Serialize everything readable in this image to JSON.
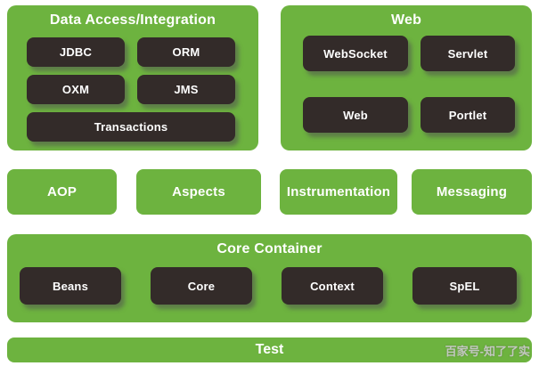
{
  "colors": {
    "spring_green": "#6db33f",
    "module_dark": "#332b29",
    "text": "#ffffff"
  },
  "data_access": {
    "title": "Data Access/Integration",
    "items": [
      "JDBC",
      "ORM",
      "OXM",
      "JMS",
      "Transactions"
    ]
  },
  "web": {
    "title": "Web",
    "items": [
      "WebSocket",
      "Servlet",
      "Web",
      "Portlet"
    ]
  },
  "middle_row": {
    "items": [
      "AOP",
      "Aspects",
      "Instrumentation",
      "Messaging"
    ]
  },
  "core_container": {
    "title": "Core Container",
    "items": [
      "Beans",
      "Core",
      "Context",
      "SpEL"
    ]
  },
  "test": {
    "label": "Test"
  },
  "watermark": {
    "text": "百家号-知了了实"
  }
}
